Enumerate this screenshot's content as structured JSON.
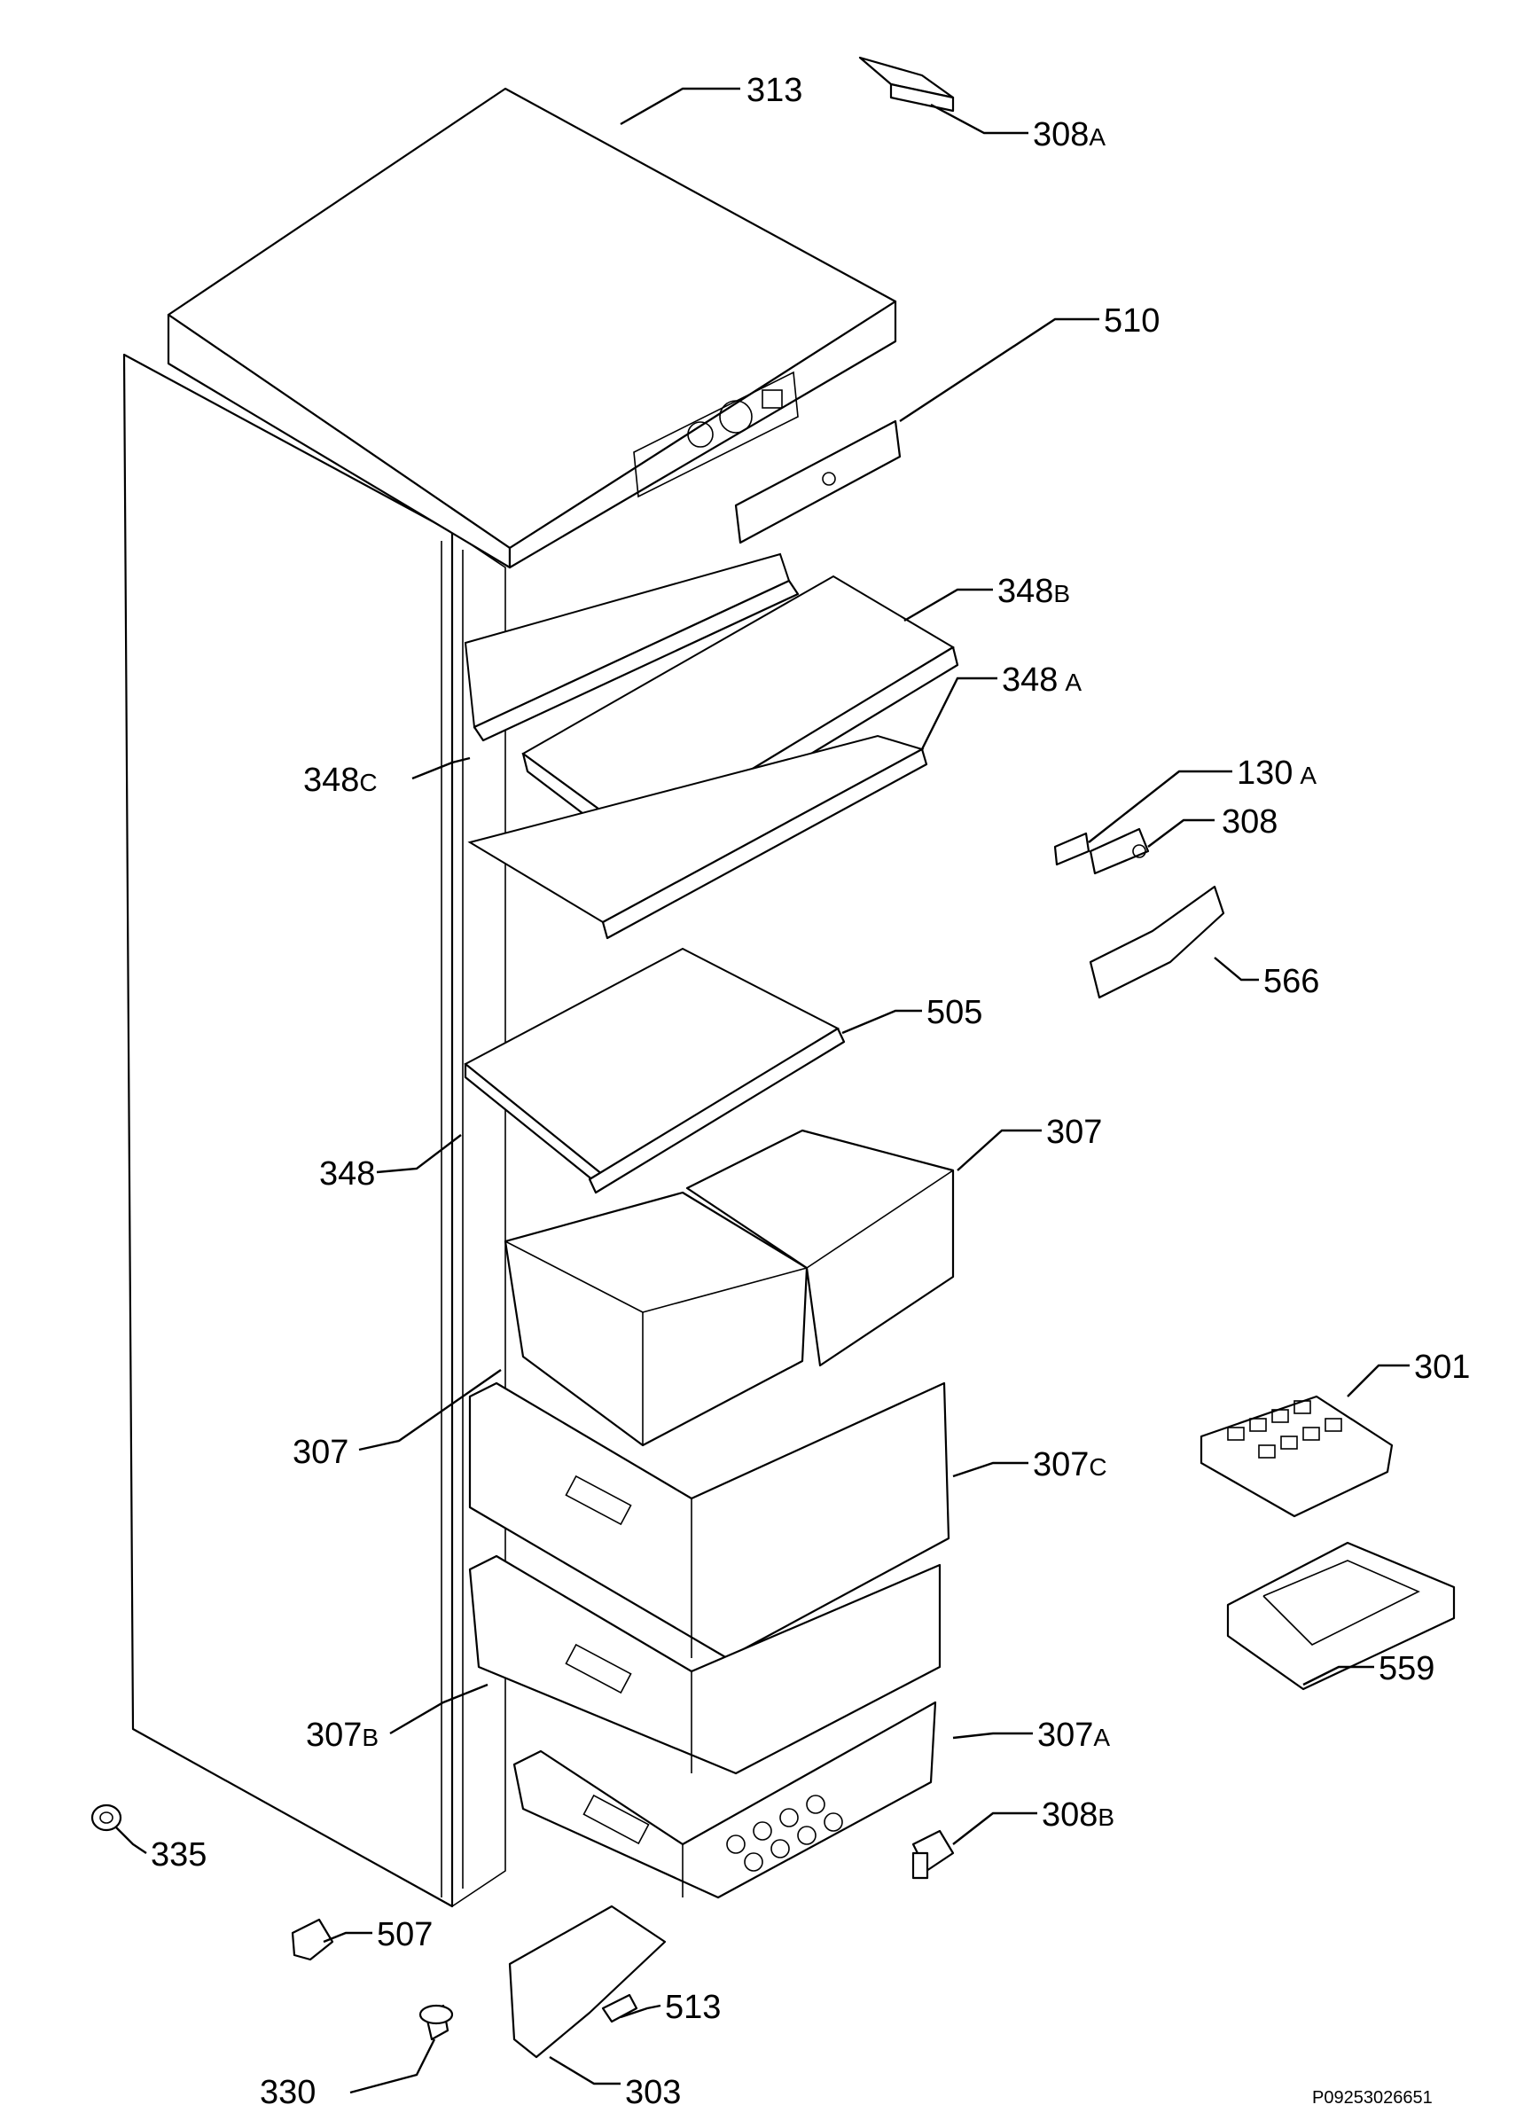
{
  "labels": {
    "l313": {
      "num": "313",
      "sfx": ""
    },
    "l308a": {
      "num": "308",
      "sfx": "A"
    },
    "l510": {
      "num": "510",
      "sfx": ""
    },
    "l348b": {
      "num": "348",
      "sfx": "B"
    },
    "l348a": {
      "num": "348",
      "sfx": "A"
    },
    "l348c": {
      "num": "348",
      "sfx": "C"
    },
    "l130a": {
      "num": "130",
      "sfx": "A"
    },
    "l308": {
      "num": "308",
      "sfx": ""
    },
    "l566": {
      "num": "566",
      "sfx": ""
    },
    "l505": {
      "num": "505",
      "sfx": ""
    },
    "l348": {
      "num": "348",
      "sfx": ""
    },
    "l307_top": {
      "num": "307",
      "sfx": ""
    },
    "l307_left": {
      "num": "307",
      "sfx": ""
    },
    "l301": {
      "num": "301",
      "sfx": ""
    },
    "l307c": {
      "num": "307",
      "sfx": "C"
    },
    "l559": {
      "num": "559",
      "sfx": ""
    },
    "l307b": {
      "num": "307",
      "sfx": "B"
    },
    "l307a": {
      "num": "307",
      "sfx": "A"
    },
    "l308b": {
      "num": "308",
      "sfx": "B"
    },
    "l335": {
      "num": "335",
      "sfx": ""
    },
    "l507": {
      "num": "507",
      "sfx": ""
    },
    "l513": {
      "num": "513",
      "sfx": ""
    },
    "l330": {
      "num": "330",
      "sfx": ""
    },
    "l303": {
      "num": "303",
      "sfx": ""
    }
  },
  "doc_ref": "P09253026651"
}
